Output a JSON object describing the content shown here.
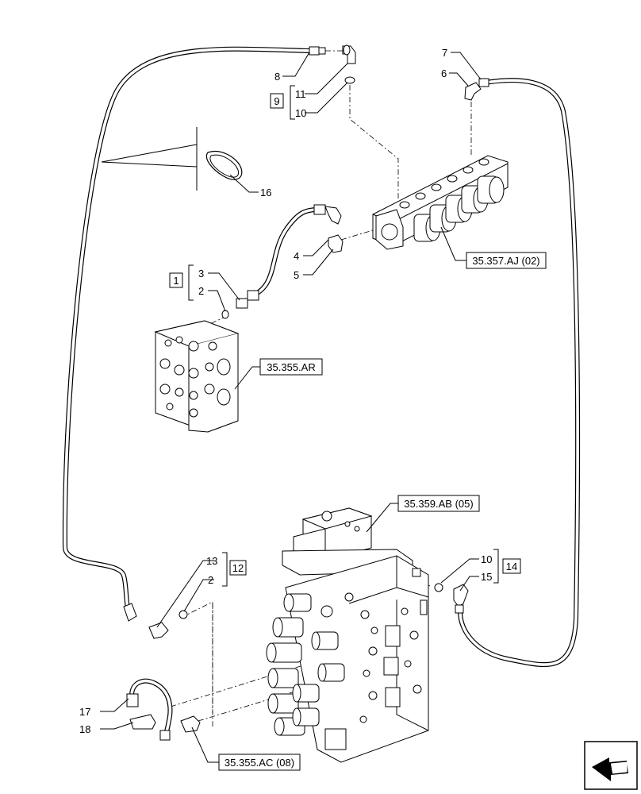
{
  "labels": {
    "n1": "1",
    "n2a": "2",
    "n2b": "2",
    "n3": "3",
    "n4": "4",
    "n5": "5",
    "n6": "6",
    "n7": "7",
    "n8": "8",
    "n9": "9",
    "n10a": "10",
    "n10b": "10",
    "n11": "11",
    "n12": "12",
    "n13": "13",
    "n14": "14",
    "n15": "15",
    "n16": "16",
    "n17": "17",
    "n18": "18"
  },
  "references": {
    "ref_357_aj": "35.357.AJ (02)",
    "ref_355_ar": "35.355.AR",
    "ref_359_ab": "35.359.AB (05)",
    "ref_355_ac": "35.355.AC (08)"
  },
  "icons": {
    "nav": "next-page-arrow-icon"
  }
}
